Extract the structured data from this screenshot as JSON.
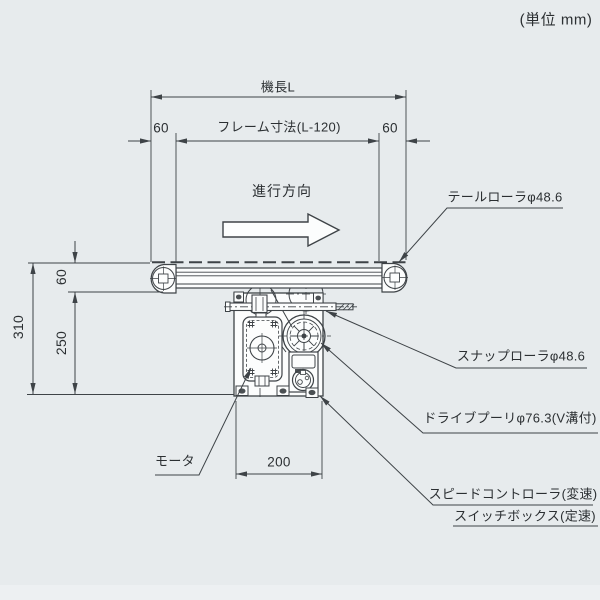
{
  "unit_note": "(単位 mm)",
  "dimensions": {
    "machine_length": "機長L",
    "frame_length": "フレーム寸法(L-120)",
    "end_left": "60",
    "end_right": "60",
    "belt_height": "60",
    "drive_height": "250",
    "total_height": "310",
    "drive_width": "200"
  },
  "direction_label": "進行方向",
  "callouts": {
    "tail_roller": "テールローラφ48.6",
    "snap_roller": "スナップローラφ48.6",
    "drive_pulley": "ドライブプーリφ76.3(V溝付)",
    "speed_controller": "スピードコントローラ(変速)",
    "switch_box": "スイッチボックス(定速)",
    "motor": "モータ"
  },
  "colors": {
    "background": "#e7ebed",
    "line": "#3e4347",
    "white_fill": "#fcfdfd",
    "dark_fill": "#4b5053"
  }
}
